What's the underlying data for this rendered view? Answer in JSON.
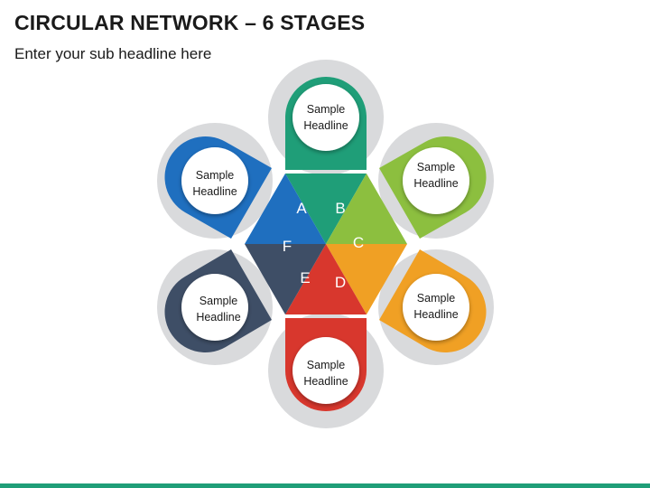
{
  "title": "CIRCULAR NETWORK – 6 STAGES",
  "subtitle": "Enter your sub headline here",
  "colors": {
    "A": "#1f9e78",
    "B": "#8cbf3f",
    "C": "#f0a024",
    "D": "#d8372d",
    "E": "#3e4e66",
    "F": "#1f6fbf",
    "ring": "#d9dadc",
    "footer": "#1f9e78"
  },
  "stages": [
    {
      "letter": "A",
      "line1": "Sample",
      "line2": "Headline"
    },
    {
      "letter": "B",
      "line1": "Sample",
      "line2": "Headline"
    },
    {
      "letter": "C",
      "line1": "Sample",
      "line2": "Headline"
    },
    {
      "letter": "D",
      "line1": "Sample",
      "line2": "Headline"
    },
    {
      "letter": "E",
      "line1": "Sample",
      "line2": "Headline"
    },
    {
      "letter": "F",
      "line1": "Sample",
      "line2": "Headline"
    }
  ]
}
